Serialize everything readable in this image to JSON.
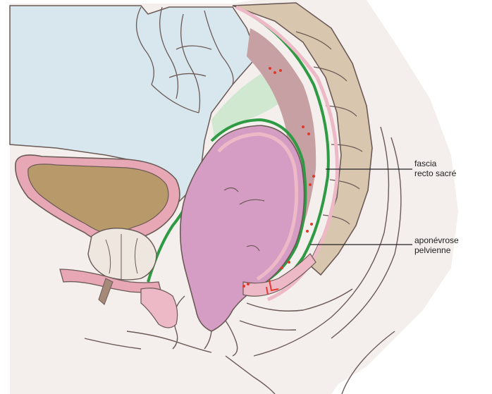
{
  "labels": {
    "fascia": {
      "line1": "fascia",
      "line2": "recto sacré"
    },
    "aponevrose": {
      "line1": "aponévrose",
      "line2": "pelvienne"
    }
  },
  "colors": {
    "background": "#ffffff",
    "skin_area": "#f4eeec",
    "peritoneal_cavity": "#d8e7ee",
    "bladder_content": "#b89a6a",
    "bladder_wall": "#e8a7b5",
    "rectum": "#d59cc4",
    "rectal_wall": "#edb9c7",
    "fascia_green": "#2e9a43",
    "mesorectum": "#c7a0a4",
    "sacrum": "#d9c6ae",
    "leader_line": "#222222",
    "mesorectum_marks": "#e03a2a"
  }
}
